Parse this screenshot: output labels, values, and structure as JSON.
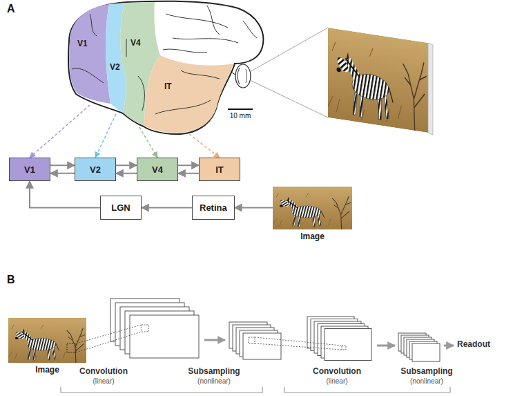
{
  "diagram": {
    "nodes": [
      {
        "text": [
          "V1"
        ]
      },
      {
        "text": [
          "V2"
        ]
      },
      {
        "text": [
          "V4"
        ]
      },
      {
        "text": [
          "IT"
        ]
      },
      {
        "text": [
          "V1"
        ]
      },
      {
        "text": [
          "V2"
        ]
      },
      {
        "text": [
          "V4"
        ]
      },
      {
        "text": [
          "IT"
        ]
      },
      {
        "text": [
          "LGN"
        ]
      },
      {
        "text": [
          "Retina"
        ]
      },
      {
        "text": [
          "Image"
        ]
      },
      {
        "text": [
          "Image"
        ]
      }
    ],
    "edges": [
      {
        "from": 0,
        "to": 4,
        "arrow": "to"
      },
      {
        "from": 1,
        "to": 5,
        "arrow": "to"
      },
      {
        "from": 2,
        "to": 6,
        "arrow": "to"
      },
      {
        "from": 3,
        "to": 7,
        "arrow": "to"
      },
      {
        "from": 4,
        "to": 5,
        "arrow": "to"
      },
      {
        "from": 5,
        "to": 4,
        "arrow": "to"
      },
      {
        "from": 5,
        "to": 6,
        "arrow": "to"
      },
      {
        "from": 6,
        "to": 5,
        "arrow": "to"
      },
      {
        "from": 6,
        "to": 7,
        "arrow": "to"
      },
      {
        "from": 7,
        "to": 6,
        "arrow": "to"
      },
      {
        "from": 10,
        "to": 9,
        "arrow": "to"
      },
      {
        "from": 9,
        "to": 8,
        "arrow": "to"
      },
      {
        "from": 8,
        "to": 4,
        "arrow": "to"
      }
    ],
    "labels": [
      "A",
      "10 mm",
      "B",
      "Convolution",
      "(linear)",
      "Subsampling",
      "(nonlinear)",
      "Convolution",
      "(linear)",
      "Subsampling",
      "(nonlinear)",
      "Readout"
    ]
  }
}
